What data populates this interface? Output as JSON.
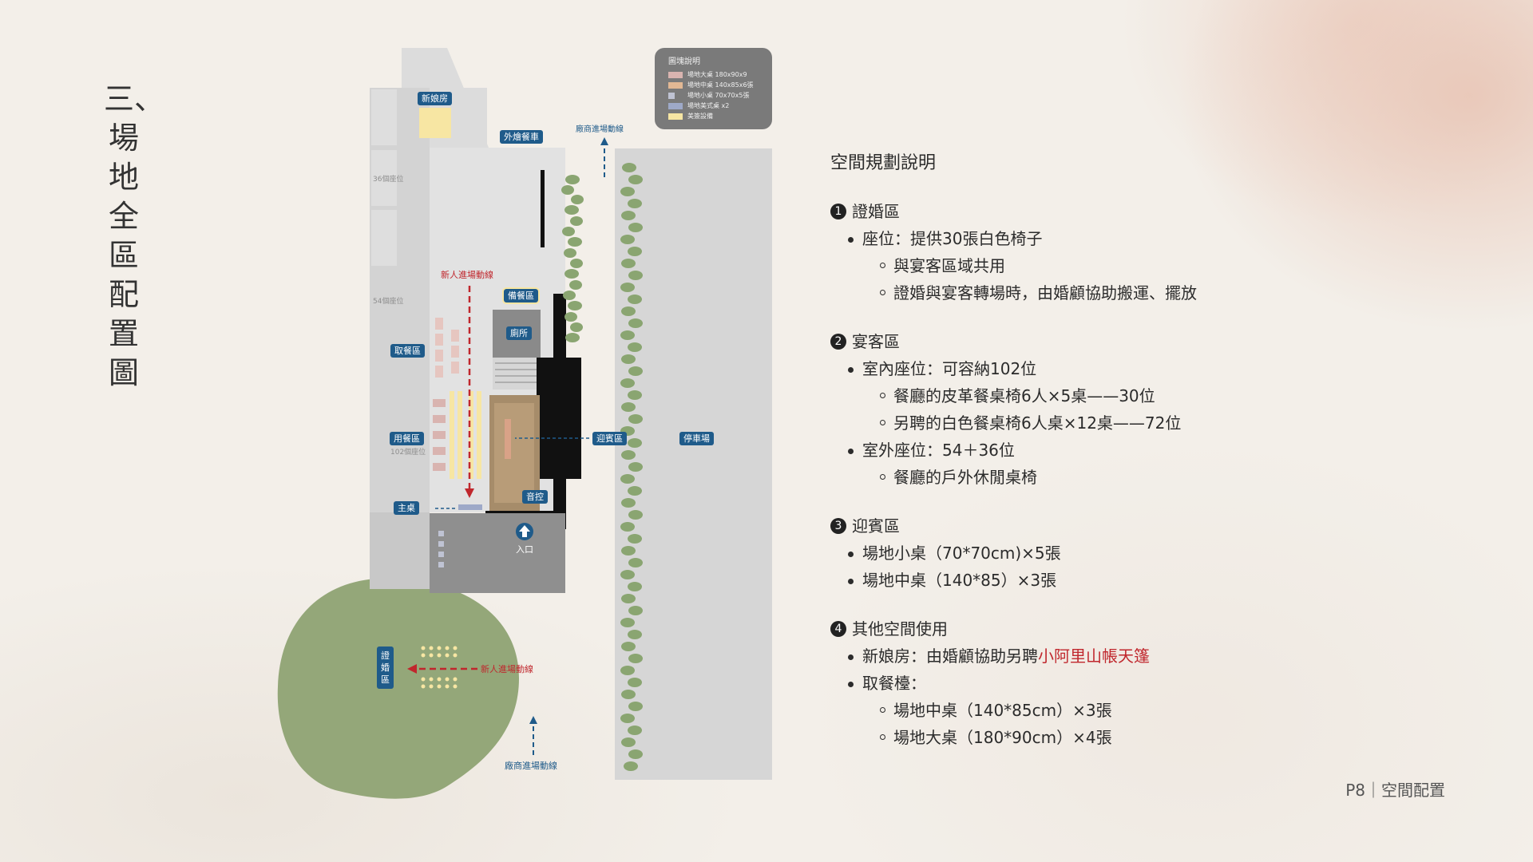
{
  "page_title": "三、場地全區配置圖",
  "legend": {
    "title": "圖塊說明",
    "items": [
      {
        "label": "場地大桌 180x90x9",
        "color": "#d9b4b0"
      },
      {
        "label": "場地中桌 140x85x6張",
        "color": "#e2b894"
      },
      {
        "label": "場地小桌 70x70x5張",
        "color": "#bfc3d3"
      },
      {
        "label": "場地美式桌 x2",
        "color": "#9ea9c8"
      },
      {
        "label": "美簽設備",
        "color": "#f7e6a3"
      }
    ]
  },
  "map": {
    "bride_room": "新娘房",
    "outdoor_dining": "外燴餐車",
    "vendor_entry_top": "廠商進場動線",
    "note_36": "36個座位",
    "note_54": "54個座位",
    "couple_entry_top": "新人進場動線",
    "prep_area": "備餐區",
    "restroom": "廁所",
    "buffet_area": "取餐區",
    "dining_area": "用餐區",
    "note_102": "102個座位",
    "reception": "迎賓區",
    "parking": "停車場",
    "sound": "音控",
    "head_table": "主桌",
    "entrance": "入口",
    "ceremony_area": "證婚區",
    "couple_entry_lawn": "新人進場動線",
    "vendor_entry_bottom": "廠商進場動線"
  },
  "panel": {
    "title": "空間規劃說明",
    "sections": [
      {
        "num": "1",
        "heading": "證婚區",
        "items": [
          {
            "text": "座位：提供30張白色椅子",
            "sub": [
              "與宴客區域共用",
              "證婚與宴客轉場時，由婚顧協助搬運、擺放"
            ]
          }
        ]
      },
      {
        "num": "2",
        "heading": "宴客區",
        "items": [
          {
            "text": "室內座位：可容納102位",
            "sub": [
              "餐廳的皮革餐桌椅6人×5桌——30位",
              "另聘的白色餐桌椅6人桌×12桌——72位"
            ]
          },
          {
            "text": "室外座位：54＋36位",
            "sub": [
              "餐廳的戶外休閒桌椅"
            ]
          }
        ]
      },
      {
        "num": "3",
        "heading": "迎賓區",
        "items": [
          {
            "text": "場地小桌（70*70cm)×5張",
            "sub": []
          },
          {
            "text": "場地中桌（140*85）×3張",
            "sub": []
          }
        ]
      },
      {
        "num": "4",
        "heading": "其他空間使用",
        "items": [
          {
            "text": "新娘房：由婚顧協助另聘",
            "highlight": "小阿里山帳天篷",
            "sub": []
          },
          {
            "text": "取餐檯：",
            "sub": [
              "場地中桌（140*85cm）×3張",
              "場地大桌（180*90cm）×4張"
            ]
          }
        ]
      }
    ]
  },
  "footer": "P8｜空間配置",
  "colors": {
    "tag": "#1f5b8a",
    "highlight": "#c0272d",
    "lawn": "#94a779",
    "building": "#d3d3d3"
  }
}
